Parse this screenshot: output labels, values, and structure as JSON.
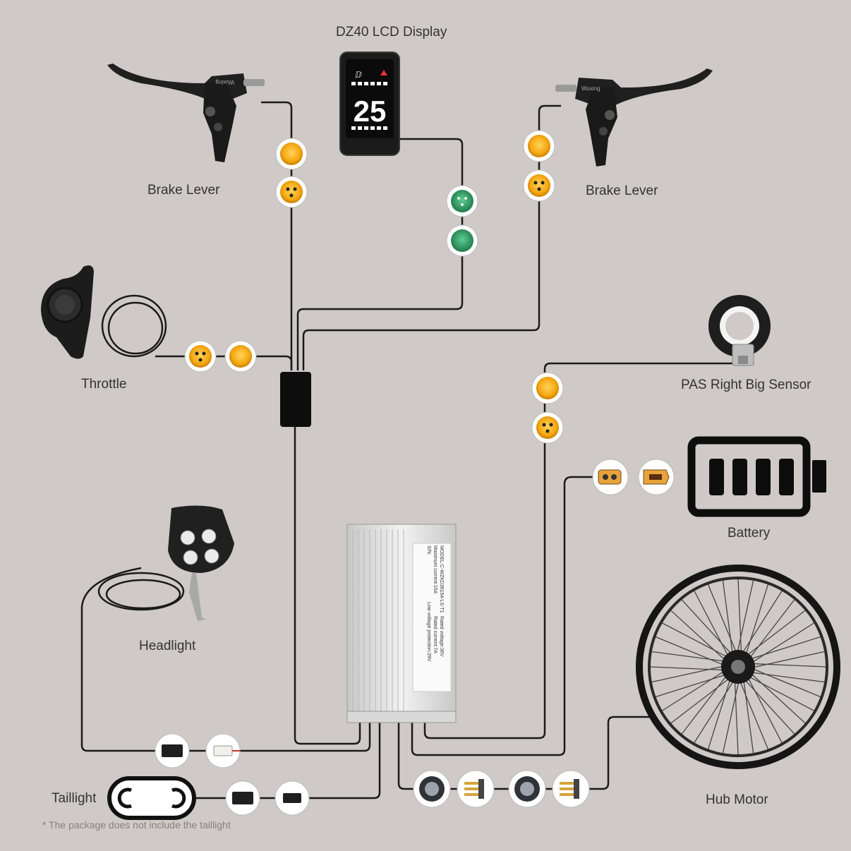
{
  "labels": {
    "display": "DZ40 LCD Display",
    "brake_left": "Brake Lever",
    "brake_right": "Brake Lever",
    "throttle": "Throttle",
    "pas": "PAS Right Big Sensor",
    "battery": "Battery",
    "headlight": "Headlight",
    "taillight": "Taillight",
    "hub_motor": "Hub Motor"
  },
  "note": "* The package does not include the taillight",
  "display_screen": {
    "speed": "25"
  },
  "controller_label": {
    "model": "MODEL:C-WZKD36154-LS-T1",
    "max_current": "Maximum current:15A",
    "sn": "S/N:",
    "rated_voltage": "Rated voltage:36V",
    "rated_current": "Rated current:7A",
    "low_voltage": "Low voltage protection:29V"
  },
  "brand_marks": {
    "lever_left": "Wuxing",
    "lever_right": "Wuxing"
  },
  "colors": {
    "background": "#cfcac7",
    "wire": "#1a1a1a",
    "yellow_connector": "#f5b21a",
    "green_connector": "#2e9a63",
    "controller": "#dcdcdc",
    "display_body": "#1b1b1b"
  },
  "icons": [
    "brake-lever-icon",
    "lcd-display-icon",
    "throttle-icon",
    "pas-sensor-icon",
    "battery-icon",
    "headlight-icon",
    "taillight-icon",
    "hub-motor-wheel-icon",
    "controller-icon"
  ]
}
